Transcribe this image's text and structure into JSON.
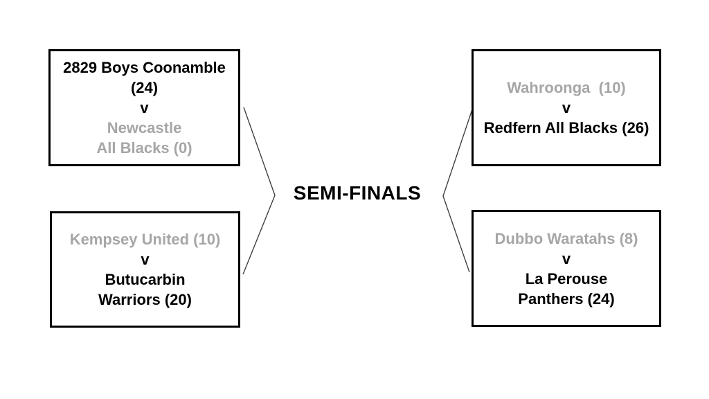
{
  "title": "SEMI-FINALS",
  "colors": {
    "winner_text": "#000000",
    "loser_text": "#a6a6a6",
    "box_border": "#000000",
    "connector": "#404040",
    "background": "#ffffff"
  },
  "matches": [
    {
      "id": "semi-left-top",
      "teams": [
        {
          "name": "2829 Boys Coonamble",
          "score": 24,
          "emphasis": "black"
        },
        {
          "name": "Newcastle All Blacks",
          "score": 0,
          "emphasis": "gray"
        }
      ],
      "lines": [
        {
          "text": "2829 Boys Coonamble",
          "role": "winner"
        },
        {
          "text": "(24)",
          "role": "winner"
        },
        {
          "text": "v",
          "role": "neutral"
        },
        {
          "text": "Newcastle",
          "role": "loser"
        },
        {
          "text": "All Blacks (0)",
          "role": "loser"
        }
      ]
    },
    {
      "id": "semi-right-top",
      "teams": [
        {
          "name": "Wahroonga",
          "score": 10,
          "emphasis": "gray"
        },
        {
          "name": "Redfern All Blacks",
          "score": 26,
          "emphasis": "black"
        }
      ],
      "lines": [
        {
          "text": "Wahroonga  (10)",
          "role": "loser"
        },
        {
          "text": "v",
          "role": "neutral"
        },
        {
          "text": "Redfern All Blacks (26)",
          "role": "winner"
        }
      ]
    },
    {
      "id": "semi-left-bottom",
      "teams": [
        {
          "name": "Kempsey United",
          "score": 10,
          "emphasis": "gray"
        },
        {
          "name": "Butucarbin Warriors",
          "score": 20,
          "emphasis": "black"
        }
      ],
      "lines": [
        {
          "text": "Kempsey United (10)",
          "role": "loser"
        },
        {
          "text": "v",
          "role": "neutral"
        },
        {
          "text": "Butucarbin",
          "role": "winner"
        },
        {
          "text": "Warriors (20)",
          "role": "winner"
        }
      ]
    },
    {
      "id": "semi-right-bottom",
      "teams": [
        {
          "name": "Dubbo Waratahs",
          "score": 8,
          "emphasis": "gray"
        },
        {
          "name": "La Perouse Panthers",
          "score": 24,
          "emphasis": "black"
        }
      ],
      "lines": [
        {
          "text": "Dubbo Waratahs (8)",
          "role": "loser"
        },
        {
          "text": "v",
          "role": "neutral"
        },
        {
          "text": "La Perouse",
          "role": "winner"
        },
        {
          "text": "Panthers (24)",
          "role": "winner"
        }
      ]
    }
  ]
}
